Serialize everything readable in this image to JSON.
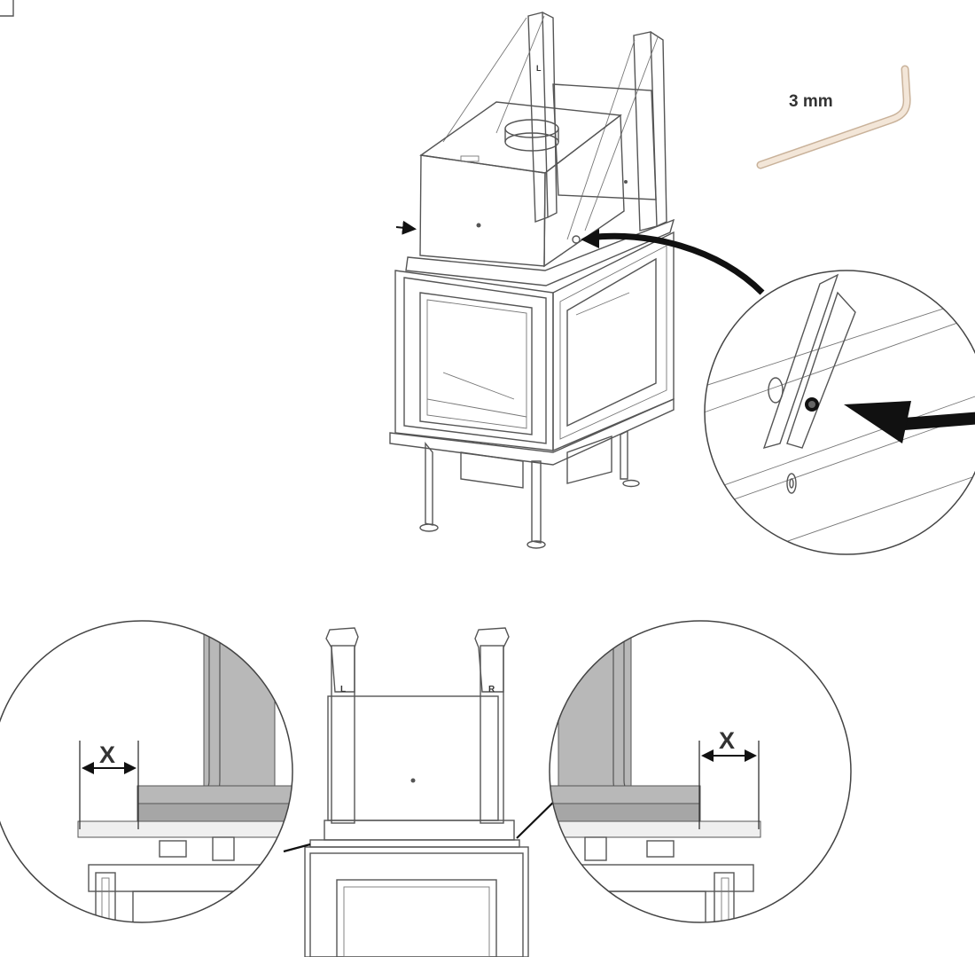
{
  "labels": {
    "wrench_size": "3 mm",
    "left_gap_label": "X",
    "right_gap_label": "X",
    "left_post_mark": "L",
    "right_post_mark": "R"
  },
  "colors": {
    "line": "#555555",
    "light_line": "#777777",
    "gray_fill": "#b5b5b5",
    "dark_gray": "#8f8f8f",
    "wrench_fill": "#f3e6d8",
    "wrench_stroke": "#c9b29a",
    "arrow": "#111111"
  }
}
